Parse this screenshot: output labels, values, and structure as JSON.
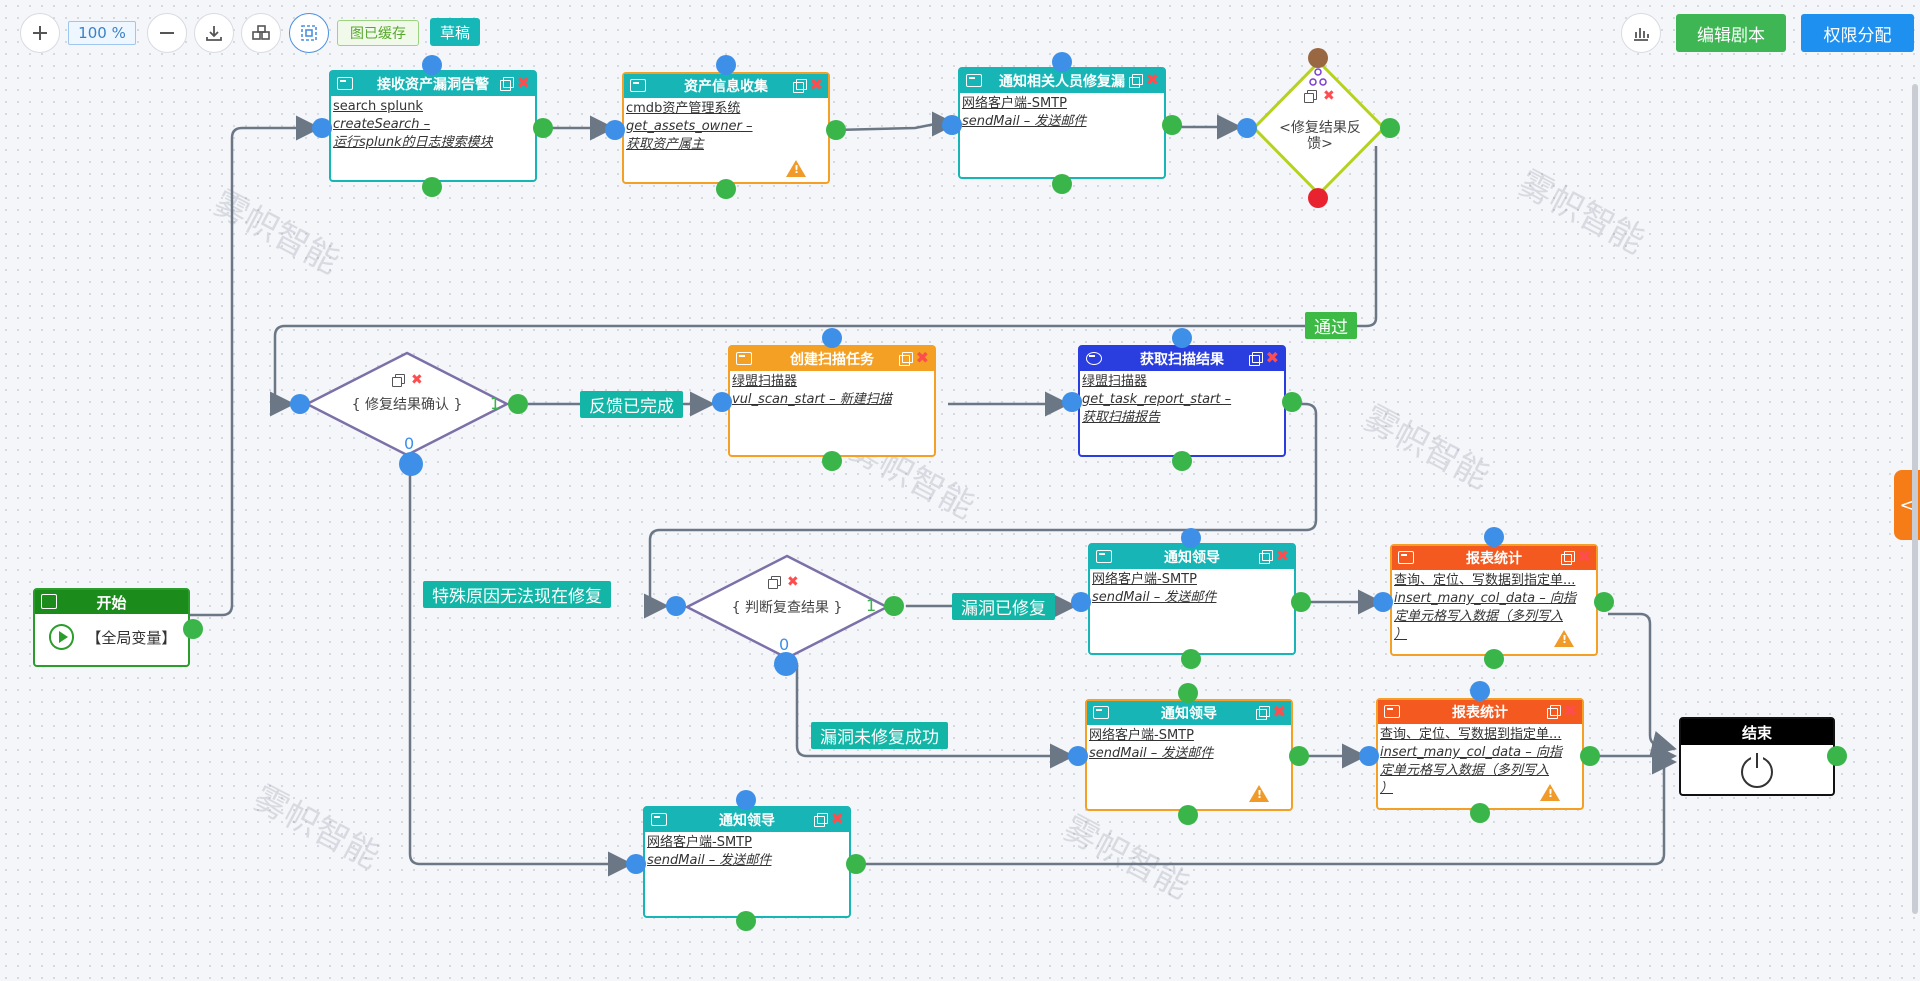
{
  "toolbar": {
    "zoom": "100 %",
    "cache_tag": "图已缓存",
    "draft_tag": "草稿",
    "edit_button": "编辑剧本",
    "permission_button": "权限分配",
    "side_toggle": "<"
  },
  "watermark": "雾帜智能",
  "nodes": {
    "start": {
      "title": "开始",
      "body": "【全局变量】"
    },
    "end": {
      "title": "结束"
    },
    "n1": {
      "title": "接收资产漏洞告警",
      "line1": "search splunk",
      "line2": "createSearch –",
      "line3": "运行splunk的日志搜索模块"
    },
    "n2": {
      "title": "资产信息收集",
      "line1": "cmdb资产管理系统",
      "line2": "get_assets_owner –",
      "line3": "获取资产属主"
    },
    "n3": {
      "title": "通知相关人员修复漏",
      "line1": "网络客户端-SMTP",
      "line2": "sendMail – 发送邮件"
    },
    "n4": {
      "title": "创建扫描任务",
      "line1": "绿盟扫描器",
      "line2": "vul_scan_start – 新建扫描"
    },
    "n5": {
      "title": "获取扫描结果",
      "line1": "绿盟扫描器",
      "line2": "get_task_report_start –",
      "line3": "获取扫描报告"
    },
    "n6": {
      "title": "通知领导",
      "line1": "网络客户端-SMTP",
      "line2": "sendMail – 发送邮件"
    },
    "n7": {
      "title": "报表统计",
      "line1": "查询、定位、写数据到指定单...",
      "line2": "insert_many_col_data – 向指",
      "line3": "定单元格写入数据（多列写入",
      "line4": "）"
    },
    "n8": {
      "title": "通知领导",
      "line1": "网络客户端-SMTP",
      "line2": "sendMail – 发送邮件"
    },
    "n9": {
      "title": "报表统计",
      "line1": "查询、定位、写数据到指定单...",
      "line2": "insert_many_col_data – 向指",
      "line3": "定单元格写入数据（多列写入",
      "line4": "）"
    },
    "n10": {
      "title": "通知领导",
      "line1": "网络客户端-SMTP",
      "line2": "sendMail – 发送邮件"
    }
  },
  "diamonds": {
    "d1": {
      "text1": "<修复结果反",
      "text2": "馈>"
    },
    "d2": {
      "text": "{ 修复结果确认 }",
      "out_true": "1",
      "out_false": "0"
    },
    "d3": {
      "text": "{ 判断复查结果 }",
      "out_true": "1",
      "out_false": "0"
    }
  },
  "edge_labels": {
    "pass": "通过",
    "feedback_done": "反馈已完成",
    "special_reason": "特殊原因无法现在修复",
    "vuln_fixed": "漏洞已修复",
    "vuln_not_fixed": "漏洞未修复成功"
  },
  "colors": {
    "teal": "#17b5b5",
    "orange": "#f4a025",
    "blue": "#2a3ee0",
    "red_orange": "#f45a20",
    "start_green": "#1b8c1b",
    "port_green": "#3ab54a",
    "port_blue": "#3d8fe8"
  }
}
